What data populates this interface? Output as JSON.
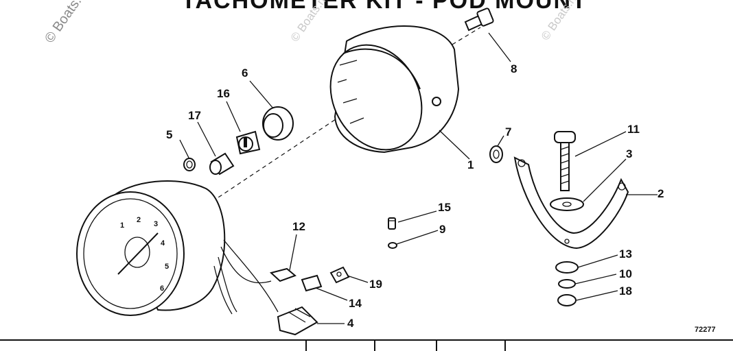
{
  "watermark": {
    "primary": "© Boats.net",
    "secondary": "© Boats.net"
  },
  "title": "TACHOMETER KIT - POD MOUNT",
  "reference_number": "72277",
  "gauge_numbers": [
    "1",
    "2",
    "3",
    "4",
    "5",
    "6"
  ],
  "callouts": [
    {
      "id": "c1",
      "label": "1"
    },
    {
      "id": "c2",
      "label": "2"
    },
    {
      "id": "c3",
      "label": "3"
    },
    {
      "id": "c4",
      "label": "4"
    },
    {
      "id": "c5",
      "label": "5"
    },
    {
      "id": "c6",
      "label": "6"
    },
    {
      "id": "c7",
      "label": "7"
    },
    {
      "id": "c8",
      "label": "8"
    },
    {
      "id": "c9",
      "label": "9"
    },
    {
      "id": "c10",
      "label": "10"
    },
    {
      "id": "c11",
      "label": "11"
    },
    {
      "id": "c12",
      "label": "12"
    },
    {
      "id": "c13",
      "label": "13"
    },
    {
      "id": "c14",
      "label": "14"
    },
    {
      "id": "c15",
      "label": "15"
    },
    {
      "id": "c16",
      "label": "16"
    },
    {
      "id": "c17",
      "label": "17"
    },
    {
      "id": "c18",
      "label": "18"
    },
    {
      "id": "c19",
      "label": "19"
    }
  ]
}
